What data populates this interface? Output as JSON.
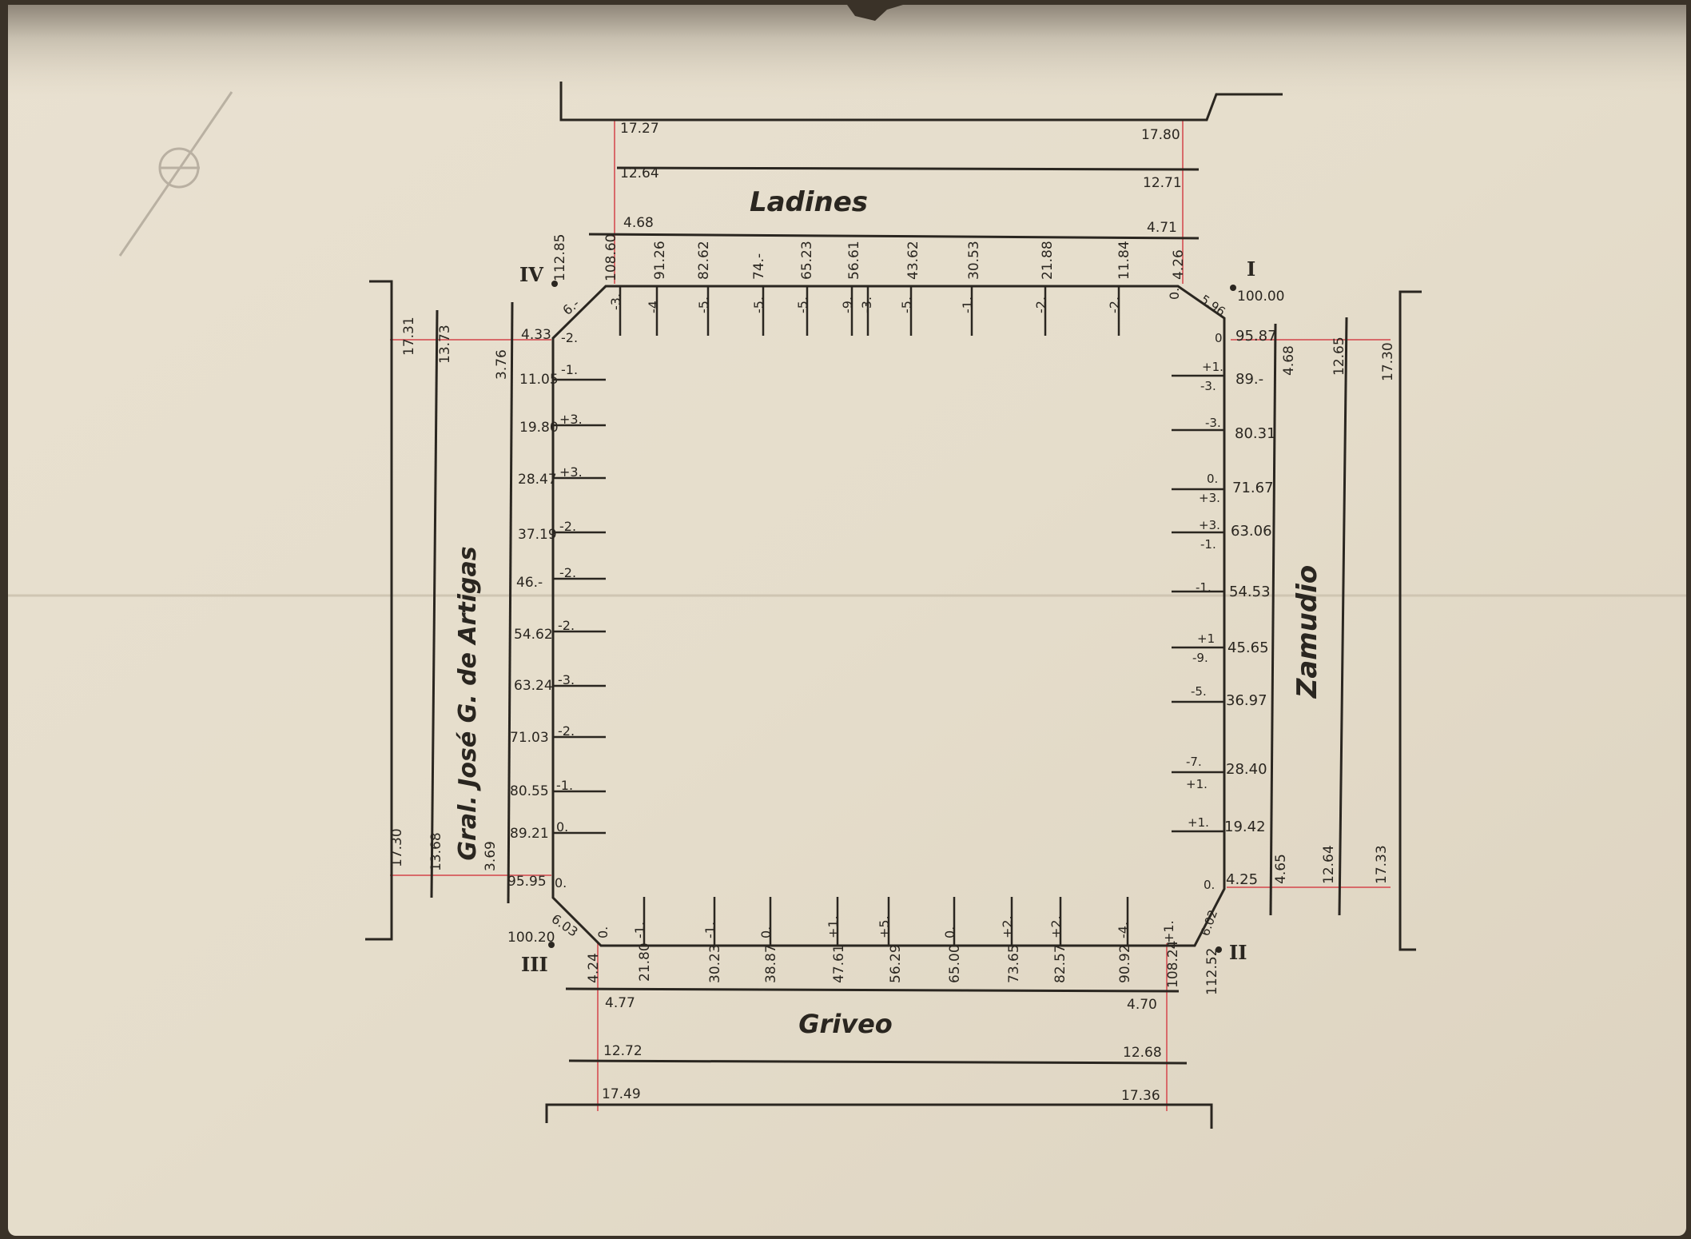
{
  "streets": {
    "north": "Ladines",
    "south": "Griveo",
    "east": "Zamudio",
    "west": "Gral. José G. de Artigas"
  },
  "vertices": {
    "I": "I",
    "II": "II",
    "III": "III",
    "IV": "IV"
  },
  "north_widths": {
    "w1l": "17.27",
    "w1r": "17.80",
    "w2l": "12.64",
    "w2r": "12.71",
    "w3l": "4.68",
    "w3r": "4.71"
  },
  "south_widths": {
    "w1l": "4.77",
    "w1r": "4.70",
    "w2l": "12.72",
    "w2r": "12.68",
    "w3l": "17.49",
    "w3r": "17.36"
  },
  "west_widths": {
    "top": [
      "17.31",
      "13.73",
      "3.76"
    ],
    "bottom": [
      "17.30",
      "13.68",
      "3.69"
    ]
  },
  "east_widths": {
    "top": [
      "4.68",
      "12.65",
      "17.30"
    ],
    "bottom": [
      "4.65",
      "12.64",
      "17.33"
    ]
  },
  "north_side": {
    "stations": [
      "112.85",
      "108.60",
      "91.26",
      "82.62",
      "74.-",
      "65.23",
      "56.61",
      "43.62",
      "30.53",
      "21.88",
      "11.84",
      "4.26",
      "100.00"
    ],
    "levels": [
      "-3.",
      "-4.",
      "-5.",
      "-5.",
      "-5.",
      "-9.",
      "-3.",
      "-5.",
      "-1.",
      "-2.",
      "-2.",
      "0."
    ]
  },
  "east_side": {
    "stations": [
      "95.87",
      "89.-",
      "80.31",
      "71.67",
      "63.06",
      "54.53",
      "45.65",
      "36.97",
      "28.40",
      "19.42",
      "4.25",
      "112.52"
    ],
    "levels": [
      "0.",
      "+1.",
      "-3.",
      "-3.",
      "0.",
      "+3.",
      "+3.",
      "-1.",
      "-1.",
      "+1",
      "-9.",
      "-5.",
      "-7.",
      "+1.",
      "+1.",
      "0."
    ],
    "chamfer_top": "5.96",
    "chamfer_bottom": "6.02"
  },
  "west_side": {
    "stations": [
      "4.33",
      "11.05",
      "19.80",
      "28.47",
      "37.19",
      "46.-",
      "54.62",
      "63.24",
      "71.03",
      "80.55",
      "89.21",
      "95.95",
      "100.20"
    ],
    "levels": [
      "6.-",
      "-2.",
      "-1.",
      "+3.",
      "+3.",
      "-2.",
      "-2.",
      "-2.",
      "-3.",
      "-2.",
      "-1.",
      "0.",
      "0."
    ],
    "chamfer_bottom": "6.03"
  },
  "south_side": {
    "stations": [
      "4.24",
      "21.80",
      "30.23",
      "38.87",
      "47.61",
      "56.29",
      "65.00",
      "73.65",
      "82.57",
      "90.92",
      "108.24"
    ],
    "levels": [
      "0.",
      "-1.",
      "-1.",
      "0.",
      "+1.",
      "+5.",
      "0.",
      "+2.",
      "+2.",
      "-4.",
      "+1."
    ]
  },
  "colors": {
    "paper": "#e4dccb",
    "ink": "#2a2620",
    "red_guides": "#d86a6a"
  }
}
